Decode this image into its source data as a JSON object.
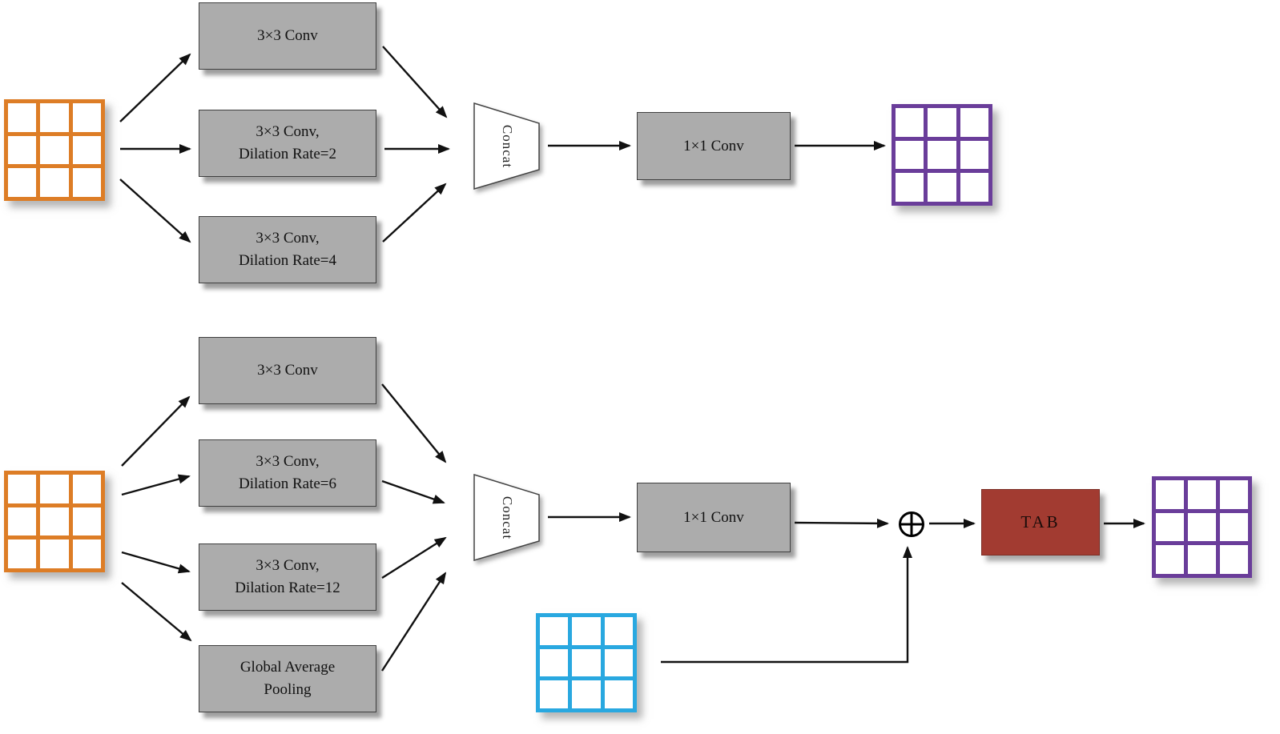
{
  "colors": {
    "orange": "#DD7D26",
    "purple": "#6A3D9A",
    "cyan": "#29A8E0",
    "box-gray": "#ACACAC",
    "box-border": "#3F3F3F",
    "tab-red": "#A23B31",
    "arrow": "#111111"
  },
  "top": {
    "branches": [
      "3×3 Conv",
      "3×3 Conv,\nDilation Rate=2",
      "3×3 Conv,\nDilation Rate=4"
    ],
    "concat_label": "Concat",
    "conv_label": "1×1 Conv"
  },
  "bottom": {
    "branches": [
      "3×3 Conv",
      "3×3 Conv,\nDilation Rate=6",
      "3×3 Conv,\nDilation Rate=12",
      "Global Average\nPooling"
    ],
    "concat_label": "Concat",
    "conv_label": "1×1 Conv",
    "tab_label": "TAB"
  },
  "icons": {
    "add_operator": "circled-plus"
  }
}
